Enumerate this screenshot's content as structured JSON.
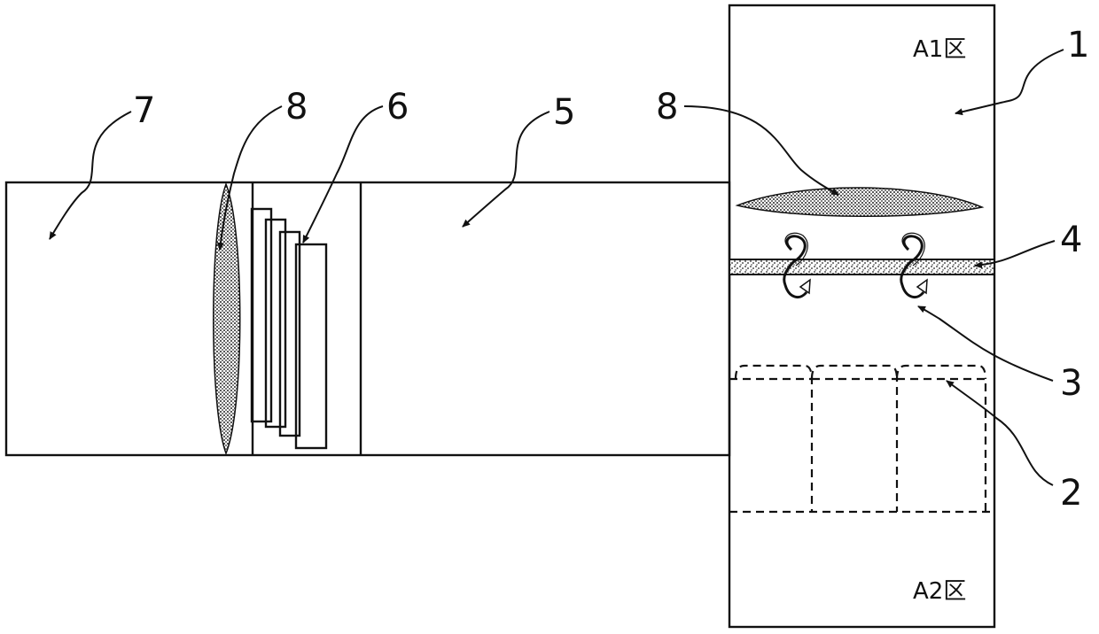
{
  "labels": {
    "chamber_right": "1",
    "dashed_structure": "2",
    "rotating_element": "3",
    "plate": "4",
    "duct_middle": "5",
    "stacked_plates": "6",
    "left_section": "7",
    "membrane_left": "8",
    "membrane_right": "8"
  },
  "zones": {
    "upper": "A1区",
    "lower": "A2区"
  },
  "colors": {
    "line": "#111111",
    "speckle": "#222222",
    "background": "#ffffff"
  }
}
